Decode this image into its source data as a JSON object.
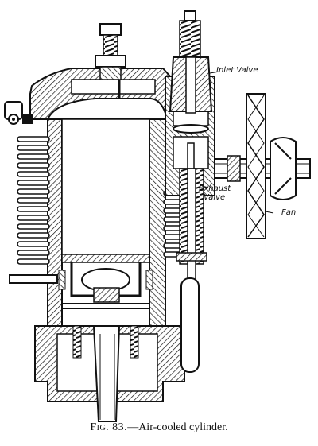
{
  "labels": {
    "inlet_valve": "Inlet Valve",
    "exhaust_valve_line1": "Exhaust",
    "exhaust_valve_line2": "Valve",
    "fan": "Fan"
  },
  "caption": {
    "fig": "Fig. 83.",
    "text": "—Air-cooled cylinder."
  },
  "colors": {
    "ink": "#111111",
    "paper": "#ffffff"
  }
}
